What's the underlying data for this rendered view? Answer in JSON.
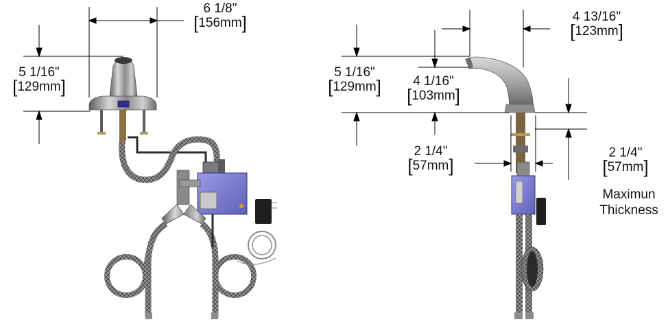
{
  "left_view": {
    "width": {
      "inch": "6 1/8\"",
      "mm": "156mm"
    },
    "height": {
      "inch": "5 1/16\"",
      "mm": "129mm"
    }
  },
  "right_view": {
    "reach": {
      "inch": "4 13/16\"",
      "mm": "123mm"
    },
    "height": {
      "inch": "5 1/16\"",
      "mm": "129mm"
    },
    "spout_height": {
      "inch": "4 1/16\"",
      "mm": "103mm"
    },
    "hole_diameter": {
      "inch": "2 1/4\"",
      "mm": "57mm"
    },
    "deck_thickness": {
      "inch": "2 1/4\"",
      "mm": "57mm"
    },
    "deck_note_line1": "Maximun",
    "deck_note_line2": "Thickness"
  },
  "colors": {
    "line": "#000000",
    "chrome": "#9a9a9a",
    "control_box": "#7f7fd2",
    "hose": "#6a6a6a"
  }
}
